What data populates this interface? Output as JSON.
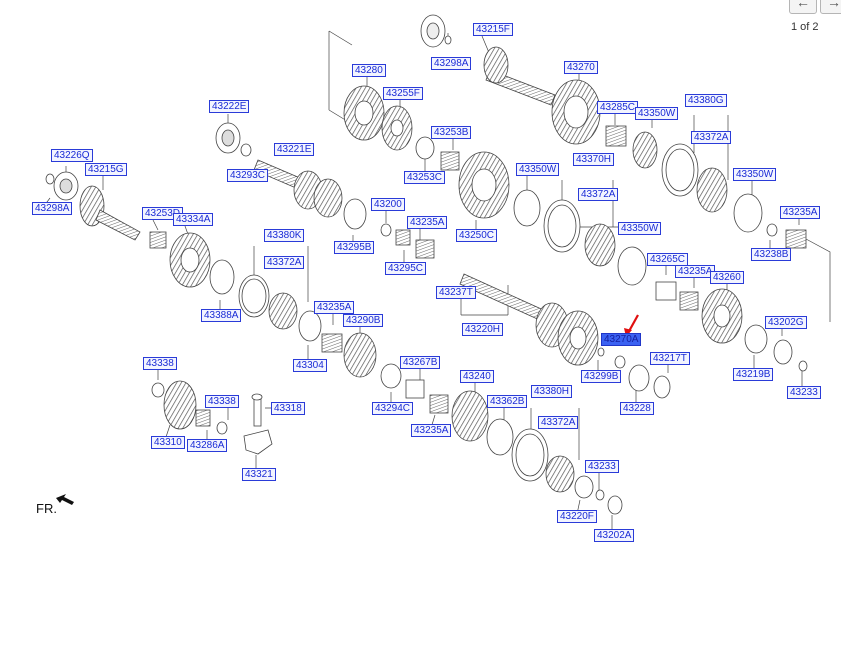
{
  "pager": {
    "text": "1 of 2",
    "prev_icon": "arrow-left-icon",
    "next_icon": "arrow-right-icon"
  },
  "direction_label": "FR.",
  "colors": {
    "label_text": "#1a2bd6",
    "label_bg": "#f2f4ff",
    "selected_bg": "#3b62f2",
    "pointer_arrow": "#e01010"
  },
  "selected_part": "43270A",
  "parts": [
    "43215F",
    "43298A",
    "43280",
    "43255F",
    "43270",
    "43222E",
    "43285C",
    "43350W",
    "43380G",
    "43372A",
    "43226Q",
    "43215G",
    "43293C",
    "43221E",
    "43253B",
    "43253C",
    "43370H",
    "43350W",
    "43372A",
    "43350W",
    "43298A",
    "43253D",
    "43334A",
    "43200",
    "43235A",
    "43235A",
    "43250C",
    "43238B",
    "43295B",
    "43380K",
    "43295C",
    "43350W",
    "43372A",
    "43237T",
    "43265C",
    "43235A",
    "43260",
    "43388A",
    "43235A",
    "43290B",
    "43202G",
    "43220H",
    "43270A",
    "43304",
    "43217T",
    "43338",
    "43267B",
    "43299B",
    "43219B",
    "43240",
    "43228",
    "43233",
    "43380H",
    "43338",
    "43318",
    "43362B",
    "43294C",
    "43372A",
    "43310",
    "43286A",
    "43235A",
    "43233",
    "43321",
    "43220F",
    "43202A"
  ]
}
